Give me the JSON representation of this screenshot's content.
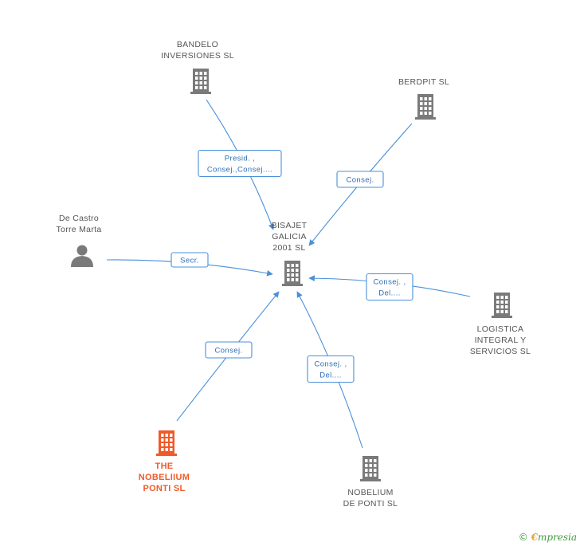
{
  "colors": {
    "building": "#7a7a7a",
    "building_focus": "#f05a28",
    "edge": "#4a90d9",
    "label": "#555555",
    "brand": "#3d9b3d"
  },
  "nodes": [
    {
      "id": "bisajet",
      "kind": "company",
      "focus": false,
      "label_lines": [
        "BISAJET",
        "GALICIA",
        "2001 SL"
      ]
    },
    {
      "id": "bandelo",
      "kind": "company",
      "focus": false,
      "label_lines": [
        "BANDELO",
        "INVERSIONES SL"
      ]
    },
    {
      "id": "berdpit",
      "kind": "company",
      "focus": false,
      "label_lines": [
        "BERDPIT SL"
      ]
    },
    {
      "id": "decastro",
      "kind": "person",
      "focus": false,
      "label_lines": [
        "De Castro",
        "Torre Marta"
      ]
    },
    {
      "id": "logistica",
      "kind": "company",
      "focus": false,
      "label_lines": [
        "LOGISTICA",
        "INTEGRAL Y",
        "SERVICIOS SL"
      ]
    },
    {
      "id": "nobelium",
      "kind": "company",
      "focus": false,
      "label_lines": [
        "NOBELIUM",
        "DE PONTI SL"
      ]
    },
    {
      "id": "thenobeliium",
      "kind": "company",
      "focus": true,
      "label_lines": [
        "THE",
        "NOBELIIUM",
        "PONTI SL"
      ]
    }
  ],
  "edges": [
    {
      "from": "bandelo",
      "to": "bisajet",
      "tag_lines": [
        "Presid. ,",
        "Consej.,Consej...."
      ]
    },
    {
      "from": "berdpit",
      "to": "bisajet",
      "tag_lines": [
        "Consej."
      ]
    },
    {
      "from": "decastro",
      "to": "bisajet",
      "tag_lines": [
        "Secr."
      ]
    },
    {
      "from": "logistica",
      "to": "bisajet",
      "tag_lines": [
        "Consej. ,",
        "Del...."
      ]
    },
    {
      "from": "thenobeliium",
      "to": "bisajet",
      "tag_lines": [
        "Consej."
      ]
    },
    {
      "from": "nobelium",
      "to": "bisajet",
      "tag_lines": [
        "Consej. ,",
        "Del...."
      ]
    }
  ],
  "footer": {
    "copyright": "©",
    "brand_initial": "€",
    "brand_rest": "mpresia"
  }
}
